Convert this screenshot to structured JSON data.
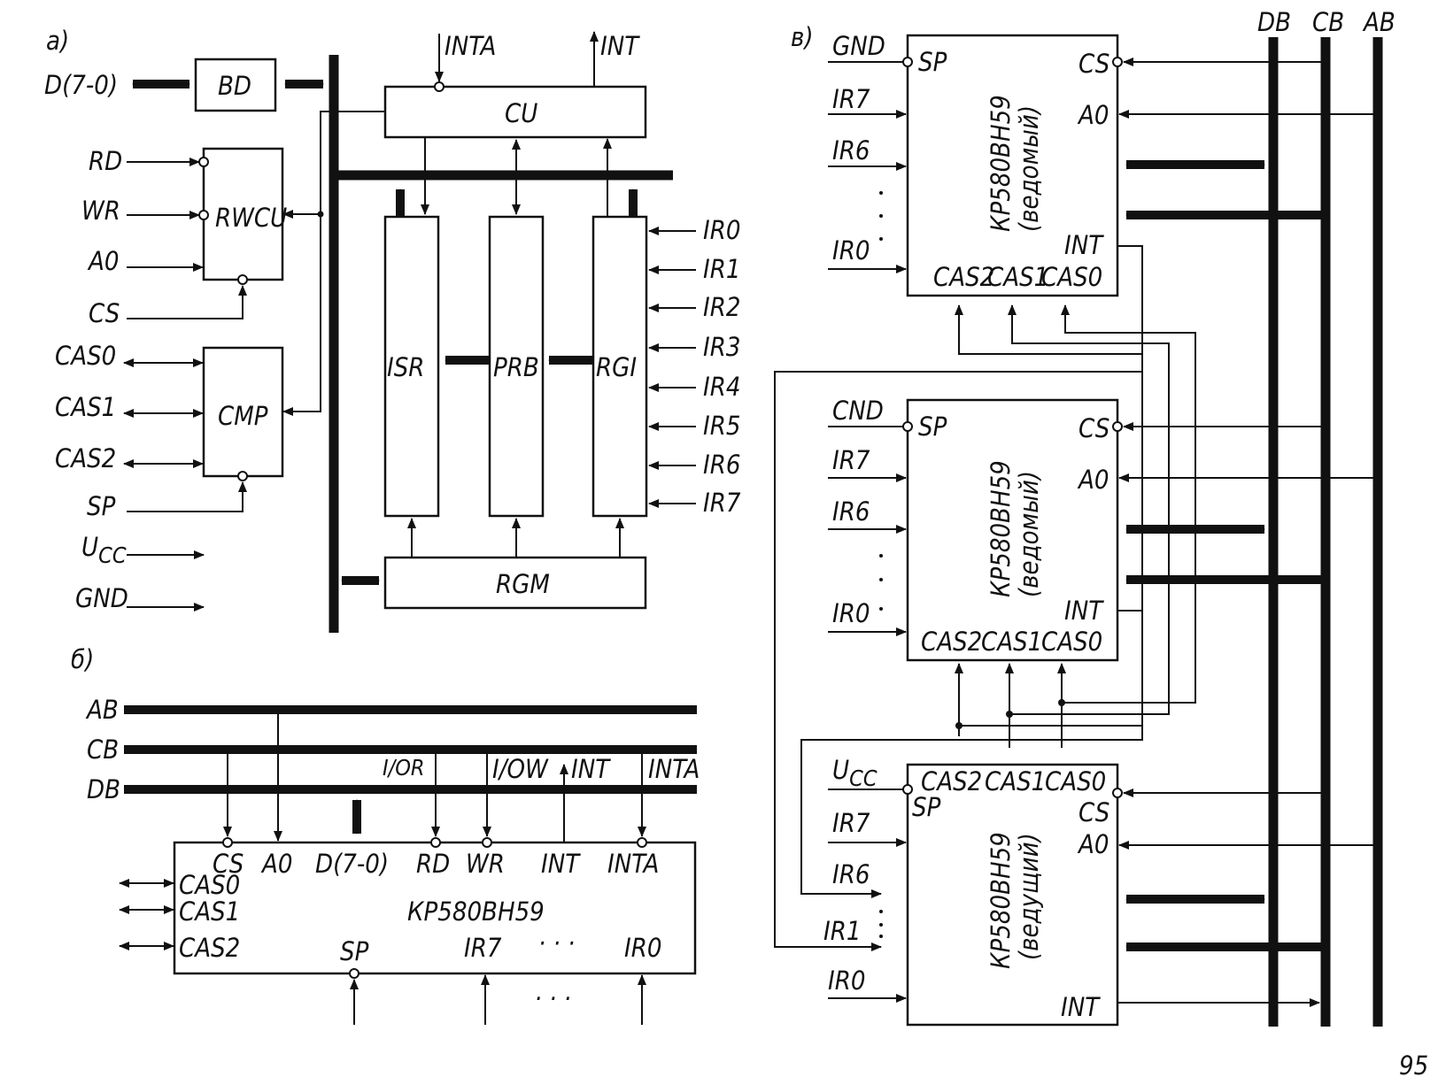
{
  "panel_a": {
    "tag": "а)",
    "left_labels": [
      "D(7-0)",
      "RD",
      "WR",
      "A0",
      "CS",
      "CAS0",
      "CAS1",
      "CAS2",
      "SP",
      "U",
      "CC",
      "GND"
    ],
    "top_labels": [
      "INTA",
      "INT"
    ],
    "blocks": [
      "BD",
      "RWCU",
      "CMP",
      "CU",
      "ISR",
      "PRB",
      "RGI",
      "RGM"
    ],
    "ir_inputs": [
      "IR0",
      "IR1",
      "IR2",
      "IR3",
      "IR4",
      "IR5",
      "IR6",
      "IR7"
    ]
  },
  "panel_b": {
    "tag": "б)",
    "buses": [
      "AB",
      "CB",
      "DB"
    ],
    "signals": [
      "I/OR",
      "I/OW",
      "INT",
      "INTA"
    ],
    "chip": {
      "name": "КР580ВН59",
      "top_pins": [
        "CS",
        "A0",
        "D(7-0)",
        "RD",
        "WR",
        "INT",
        "INTA"
      ],
      "left_pins": [
        "CAS0",
        "CAS1",
        "CAS2"
      ],
      "bottom_pins": [
        "SP",
        "IR7",
        "· · ·",
        "IR0"
      ],
      "dots_below": ". . ."
    }
  },
  "panel_v": {
    "tag": "в)",
    "buses": [
      "DB",
      "CB",
      "AB"
    ],
    "chips": [
      {
        "name": "КР580ВН59",
        "role": "(ведомый)",
        "sp_input": "GND",
        "sp_pin": "SP",
        "inputs": [
          "IR7",
          "IR6",
          "IR0"
        ],
        "right_pins": [
          "CS",
          "A0",
          "INT"
        ],
        "cas_pins": [
          "CAS2",
          "CAS1",
          "CAS0"
        ]
      },
      {
        "name": "КР580ВН59",
        "role": "(ведомый)",
        "sp_input": "CND",
        "sp_pin": "SP",
        "inputs": [
          "IR7",
          "IR6",
          "IR0"
        ],
        "right_pins": [
          "CS",
          "A0",
          "INT"
        ],
        "cas_pins": [
          "CAS2",
          "CAS1",
          "CAS0"
        ]
      },
      {
        "name": "КР580ВН59",
        "role": "(ведущий)",
        "sp_input_main": "U",
        "sp_input_sub": "CC",
        "sp_pin": "SP",
        "inputs": [
          "IR7",
          "IR6",
          "IR1",
          "IR0"
        ],
        "right_pins": [
          "CS",
          "A0",
          "INT"
        ],
        "cas_pins": [
          "CAS2",
          "CAS1",
          "CAS0"
        ]
      }
    ]
  },
  "page_number": "95"
}
